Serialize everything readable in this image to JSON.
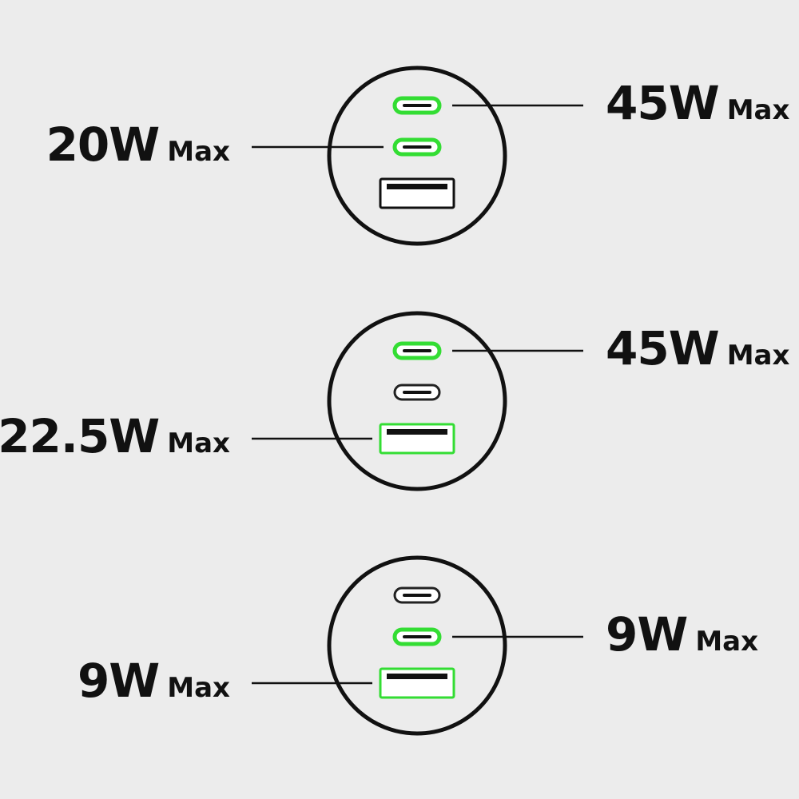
{
  "colors": {
    "background": "#ececec",
    "outline": "#111111",
    "active_port": "#33dd33",
    "inactive_port": "#222222"
  },
  "max_suffix": "Max",
  "configurations": [
    {
      "ports": [
        {
          "type": "usb-c",
          "active": true,
          "label_side": "right",
          "watt": "45W"
        },
        {
          "type": "usb-c",
          "active": true,
          "label_side": "left",
          "watt": "20W"
        },
        {
          "type": "usb-a",
          "active": false
        }
      ]
    },
    {
      "ports": [
        {
          "type": "usb-c",
          "active": true,
          "label_side": "right",
          "watt": "45W"
        },
        {
          "type": "usb-c",
          "active": false
        },
        {
          "type": "usb-a",
          "active": true,
          "label_side": "left",
          "watt": "22.5W"
        }
      ]
    },
    {
      "ports": [
        {
          "type": "usb-c",
          "active": false
        },
        {
          "type": "usb-c",
          "active": true,
          "label_side": "right",
          "watt": "9W"
        },
        {
          "type": "usb-a",
          "active": true,
          "label_side": "left",
          "watt": "9W"
        }
      ]
    }
  ]
}
